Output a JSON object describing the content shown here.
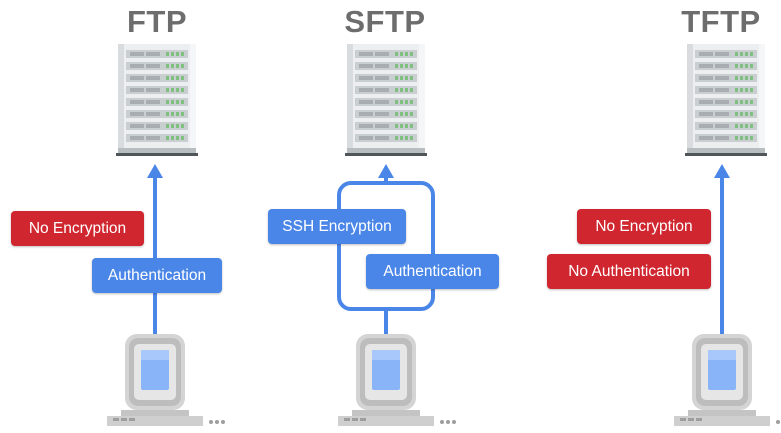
{
  "protocols": [
    {
      "title": "FTP",
      "encryption_label": "No Encryption",
      "encryption_status_color": "#d0262f",
      "authentication_label": "Authentication",
      "authentication_status_color": "#4a86e8"
    },
    {
      "title": "SFTP",
      "encryption_label": "SSH Encryption",
      "encryption_status_color": "#4a86e8",
      "authentication_label": "Authentication",
      "authentication_status_color": "#4a86e8"
    },
    {
      "title": "TFTP",
      "encryption_label": "No Encryption",
      "encryption_status_color": "#d0262f",
      "authentication_label": "No Authentication",
      "authentication_status_color": "#d0262f"
    }
  ],
  "colors": {
    "secure_blue": "#4a86e8",
    "insecure_red": "#d0262f",
    "title_gray": "#6d6d6d",
    "server_body": "#e9ebec",
    "computer_body": "#d6d6d6",
    "screen_blue": "#8ab4f8"
  },
  "icons": {
    "server": "server-rack-icon",
    "computer": "desktop-computer-icon",
    "arrow": "arrow-up-icon"
  }
}
